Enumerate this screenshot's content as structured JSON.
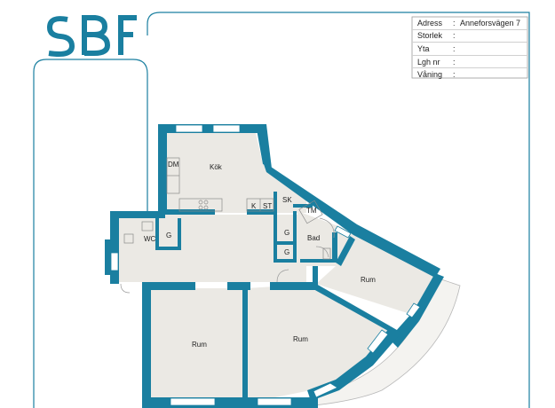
{
  "logo": {
    "text": "SBF",
    "color": "#1a7fa0"
  },
  "info": {
    "rows": [
      {
        "label": "Adress",
        "value": "Anneforsvägen 7"
      },
      {
        "label": "Storlek",
        "value": ""
      },
      {
        "label": "Yta",
        "value": ""
      },
      {
        "label": "Lgh nr",
        "value": ""
      },
      {
        "label": "Våning",
        "value": ""
      }
    ],
    "separator": ":"
  },
  "rooms": {
    "kok": "Kök",
    "dm": "DM",
    "k": "K",
    "st": "ST",
    "sk": "SK",
    "tm": "TM",
    "wc": "WC",
    "g1": "G",
    "g2": "G",
    "g3": "G",
    "bad": "Bad",
    "rum_right": "Rum",
    "rum_left": "Rum",
    "rum_mid": "Rum"
  },
  "colors": {
    "wall": "#1a7fa0",
    "floor": "#ebe9e4",
    "frame": "#1a7fa0"
  }
}
